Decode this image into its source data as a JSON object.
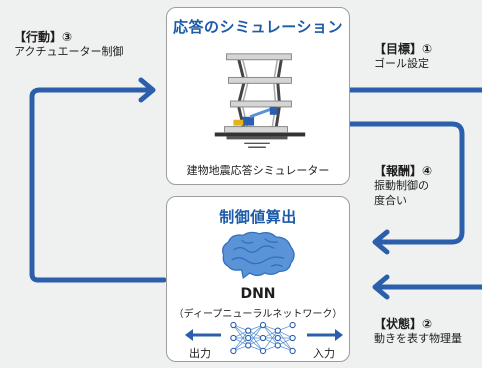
{
  "simulation_box": {
    "title": "応答のシミュレーション",
    "caption": "建物地震応答シミュレーター"
  },
  "control_box": {
    "title": "制御値算出",
    "dnn_label": "DNN",
    "dnn_sublabel": "（ディープニューラルネットワーク）",
    "output_label": "出力",
    "input_label": "入力"
  },
  "labels": {
    "action": {
      "head": "【行動】③",
      "body": "アクチュエーター制御"
    },
    "goal": {
      "head": "【目標】①",
      "body": "ゴール設定"
    },
    "reward": {
      "head": "【報酬】④",
      "body_line1": "振動制御の",
      "body_line2": "度合い"
    },
    "state": {
      "head": "【状態】②",
      "body": "動きを表す物理量"
    }
  },
  "icons": [
    "building-icon",
    "brain-icon",
    "neural-network-icon"
  ],
  "colors": {
    "accent": "#1d5aa8",
    "arrow": "#2b5eab",
    "brain": "#5a93d6",
    "background": "#eff0f0"
  }
}
